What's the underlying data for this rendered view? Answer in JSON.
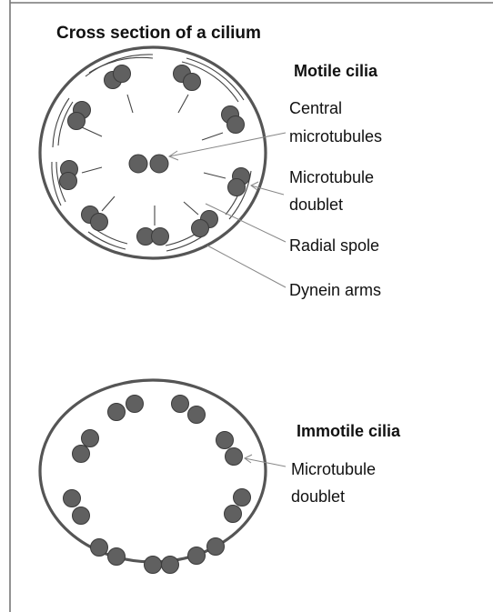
{
  "title": "Cross section of a cilium",
  "motile": {
    "heading": "Motile cilia",
    "labels": {
      "central_line1": "Central",
      "central_line2": "microtubules",
      "doublet_line1": "Microtubule",
      "doublet_line2": "doublet",
      "radial": "Radial spole",
      "dynein": "Dynein arms"
    }
  },
  "immotile": {
    "heading": "Immotile cilia",
    "labels": {
      "doublet_line1": "Microtubule",
      "doublet_line2": "doublet"
    }
  },
  "colors": {
    "microtubule_fill": "#606060",
    "outline": "#555555",
    "leader": "#888888",
    "frame": "#777777"
  }
}
